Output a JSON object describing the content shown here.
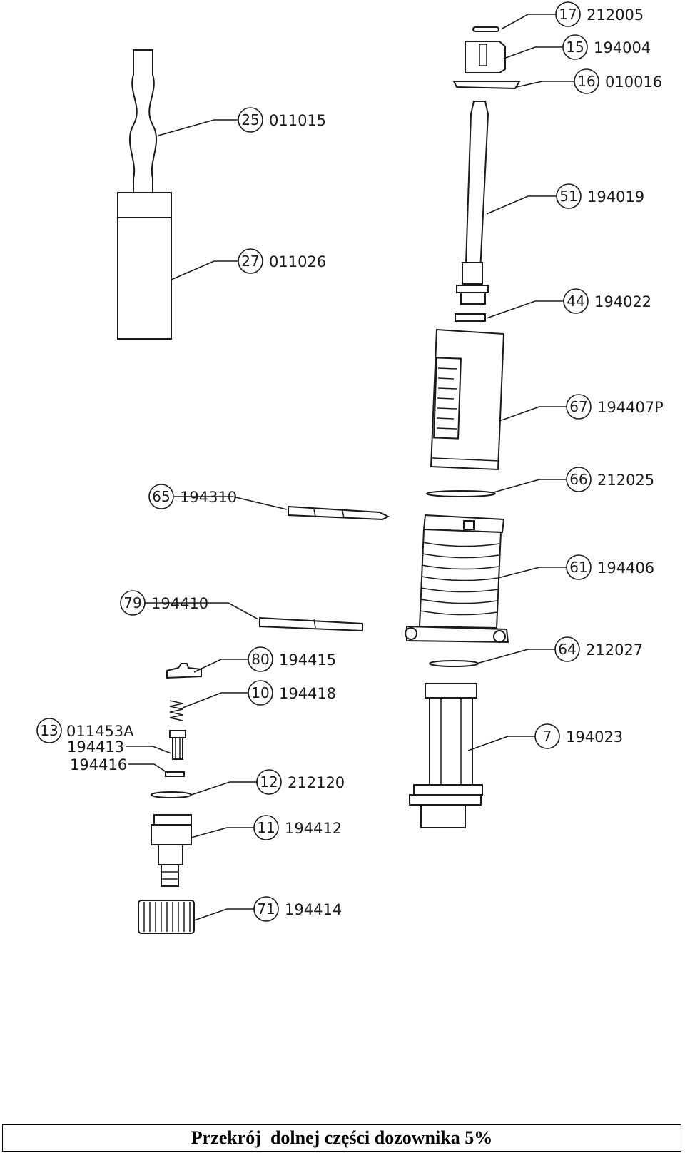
{
  "caption": "Przekrój  dolnej części dozownika 5%",
  "parts": [
    {
      "num": "17",
      "code": "212005"
    },
    {
      "num": "15",
      "code": "194004"
    },
    {
      "num": "16",
      "code": "010016"
    },
    {
      "num": "25",
      "code": "011015"
    },
    {
      "num": "51",
      "code": "194019"
    },
    {
      "num": "27",
      "code": "011026"
    },
    {
      "num": "44",
      "code": "194022"
    },
    {
      "num": "67",
      "code": "194407P"
    },
    {
      "num": "66",
      "code": "212025"
    },
    {
      "num": "65",
      "code": "194310"
    },
    {
      "num": "61",
      "code": "194406"
    },
    {
      "num": "79",
      "code": "194410"
    },
    {
      "num": "64",
      "code": "212027"
    },
    {
      "num": "80",
      "code": "194415"
    },
    {
      "num": "10",
      "code": "194418"
    },
    {
      "num": "7",
      "code": "194023"
    },
    {
      "num": "13",
      "code": "011453A"
    },
    {
      "num": "12",
      "code": "212120"
    },
    {
      "num": "11",
      "code": "194412"
    },
    {
      "num": "71",
      "code": "194414"
    }
  ],
  "extra_labels": [
    "194413",
    "194416"
  ]
}
